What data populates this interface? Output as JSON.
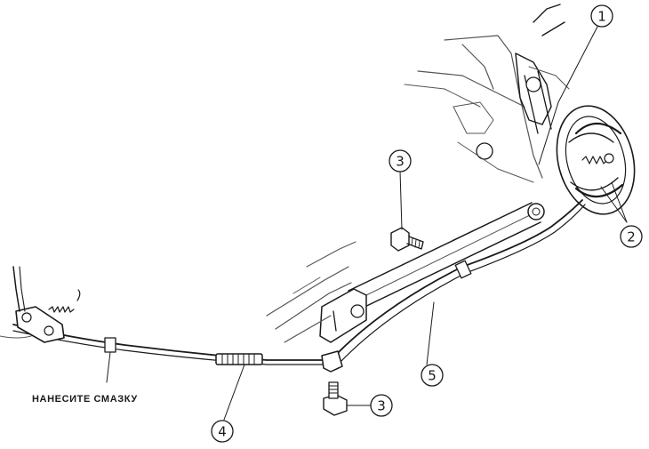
{
  "annotation": {
    "text": "НАНЕСИТЕ СМАЗКУ"
  },
  "callouts": [
    {
      "label": "1"
    },
    {
      "label": "2"
    },
    {
      "label": "3"
    },
    {
      "label": "3"
    },
    {
      "label": "4"
    },
    {
      "label": "5"
    }
  ]
}
